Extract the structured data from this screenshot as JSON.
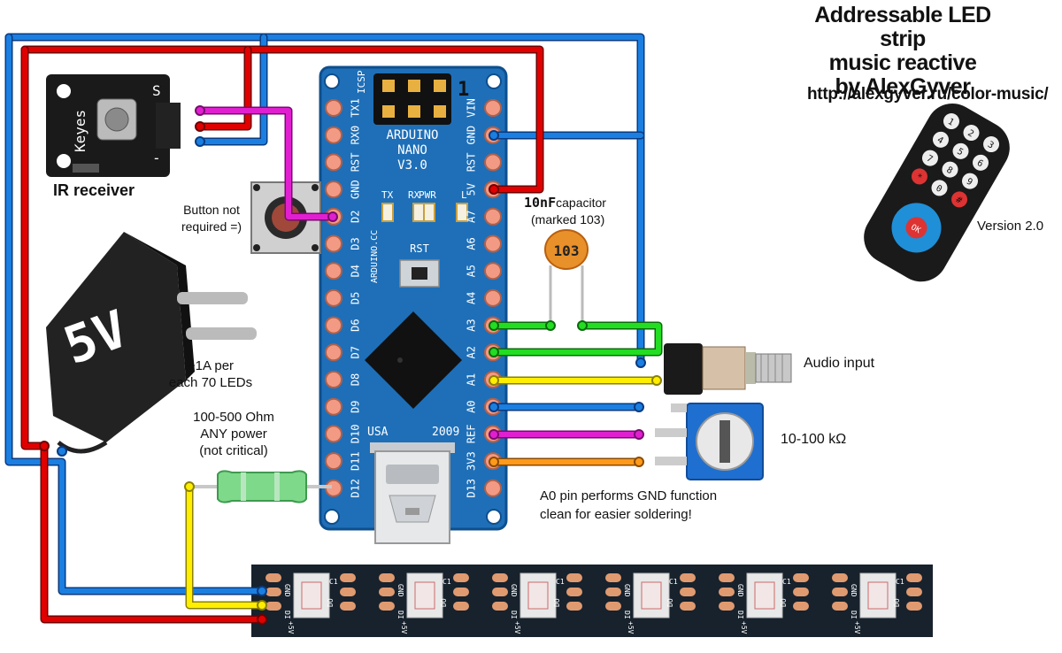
{
  "title": {
    "lines": [
      "Addressable LED strip",
      "music reactive",
      "by AlexGyver"
    ],
    "url": "http://alexgyver.ru/color-music/"
  },
  "labels": {
    "ir_receiver": "IR receiver",
    "button_line1": "Button not",
    "button_line2": "required =)",
    "power_line1": "~1A per",
    "power_line2": "each 70 LEDs",
    "resistor_line1": "100-500 Ohm",
    "resistor_line2": "ANY power",
    "resistor_line3": "(not critical)",
    "capacitor_value": "10nF",
    "capacitor_word": "capacitor",
    "capacitor_marked": "(marked 103)",
    "audio_input": "Audio input",
    "pot_value": "10-100 kΩ",
    "a0_note_line1": "A0 pin performs GND function",
    "a0_note_line2": "clean for easier soldering!",
    "version": "Version 2.0"
  },
  "board": {
    "header": "ICSP",
    "one": "1",
    "name_line1": "ARDUINO",
    "name_line2": "NANO",
    "name_line3": "V3.0",
    "led_tx": "TX",
    "led_rx": "RX",
    "led_pwr": "PWR",
    "led_l": "L",
    "rst_button": "RST",
    "usa": "USA",
    "year": "2009",
    "cc_mark": "ARDUINO.CC",
    "left_pins": [
      "TX1",
      "RX0",
      "RST",
      "GND",
      "D2",
      "D3",
      "D4",
      "D5",
      "D6",
      "D7",
      "D8",
      "D9",
      "D10",
      "D11",
      "D12"
    ],
    "right_pins": [
      "VIN",
      "GND",
      "RST",
      "5V",
      "A7",
      "A6",
      "A5",
      "A4",
      "A3",
      "A2",
      "A1",
      "A0",
      "REF",
      "3V3",
      "D13"
    ]
  },
  "components": {
    "capacitor_code": "103",
    "charger_text": "5V",
    "ir_module_brand": "Keyes",
    "ir_pin_s": "S",
    "ir_pin_minus": "-"
  },
  "strip": {
    "segment_labels": [
      "GND",
      "DI",
      "+5V",
      "DO",
      "C1"
    ]
  },
  "colors": {
    "wire_red": "#e00000",
    "wire_blue": "#1a7fe0",
    "wire_magenta": "#e020d0",
    "wire_yellow": "#ffee00",
    "wire_green": "#22dd22",
    "wire_orange": "#ff9a1a",
    "board": "#1e6fb8",
    "strip": "#17222d"
  },
  "remote": {
    "buttons": [
      "1",
      "2",
      "3",
      "4",
      "5",
      "6",
      "7",
      "8",
      "9",
      "*",
      "0",
      "#",
      "OK"
    ]
  }
}
